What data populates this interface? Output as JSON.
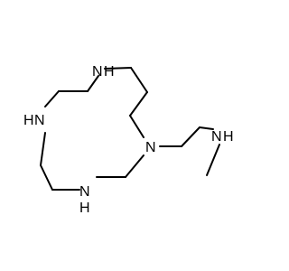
{
  "molecule": {
    "atoms": [
      {
        "label": "N",
        "h": "H"
      },
      {
        "label": "N",
        "h": "H"
      },
      {
        "label": "N",
        "h": ""
      },
      {
        "label": "N",
        "h": "H"
      },
      {
        "label": "N",
        "h": "H"
      }
    ]
  },
  "colors": {
    "bond": "#000000",
    "background": "#ffffff"
  }
}
